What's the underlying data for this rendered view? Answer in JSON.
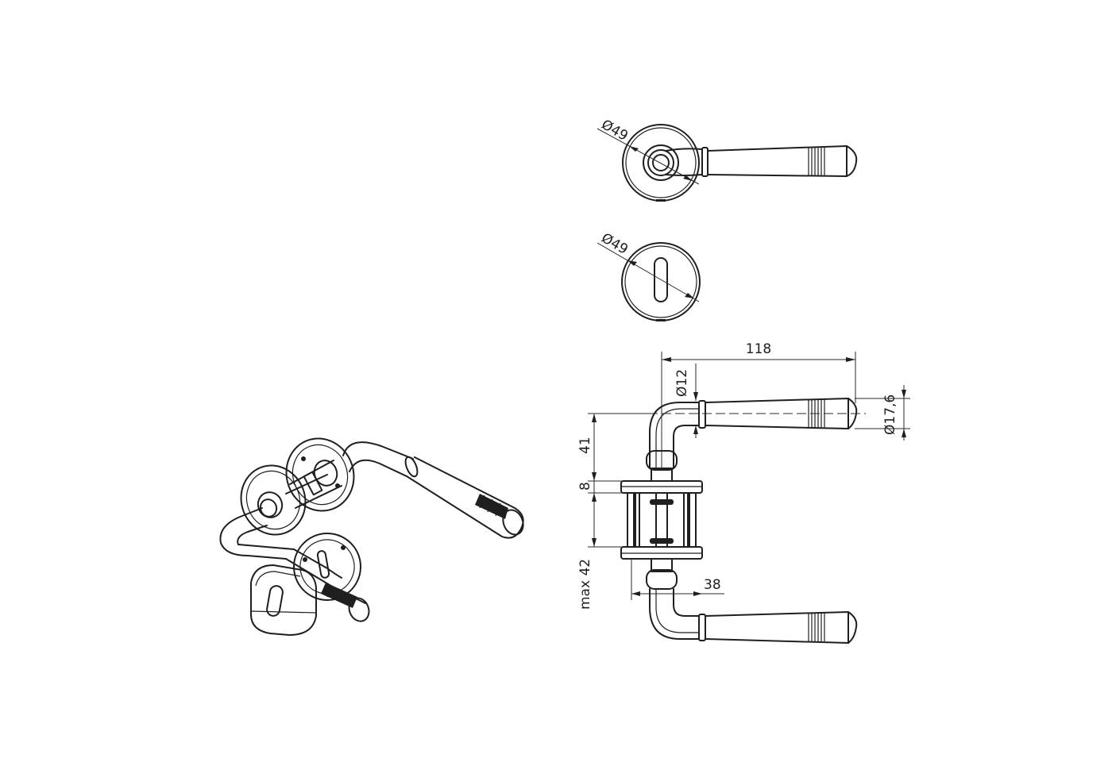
{
  "colors": {
    "line": "#1f1f1f",
    "background": "#ffffff"
  },
  "dimensions": {
    "rose_diameter": "Ø49",
    "escutcheon_diameter": "Ø49",
    "lever_length": "118",
    "neck_diameter": "Ø12",
    "grip_diameter": "Ø17,6",
    "lever_offset": "41",
    "rose_thickness": "8",
    "door_thickness": "max 42",
    "rose_projection": "38"
  }
}
